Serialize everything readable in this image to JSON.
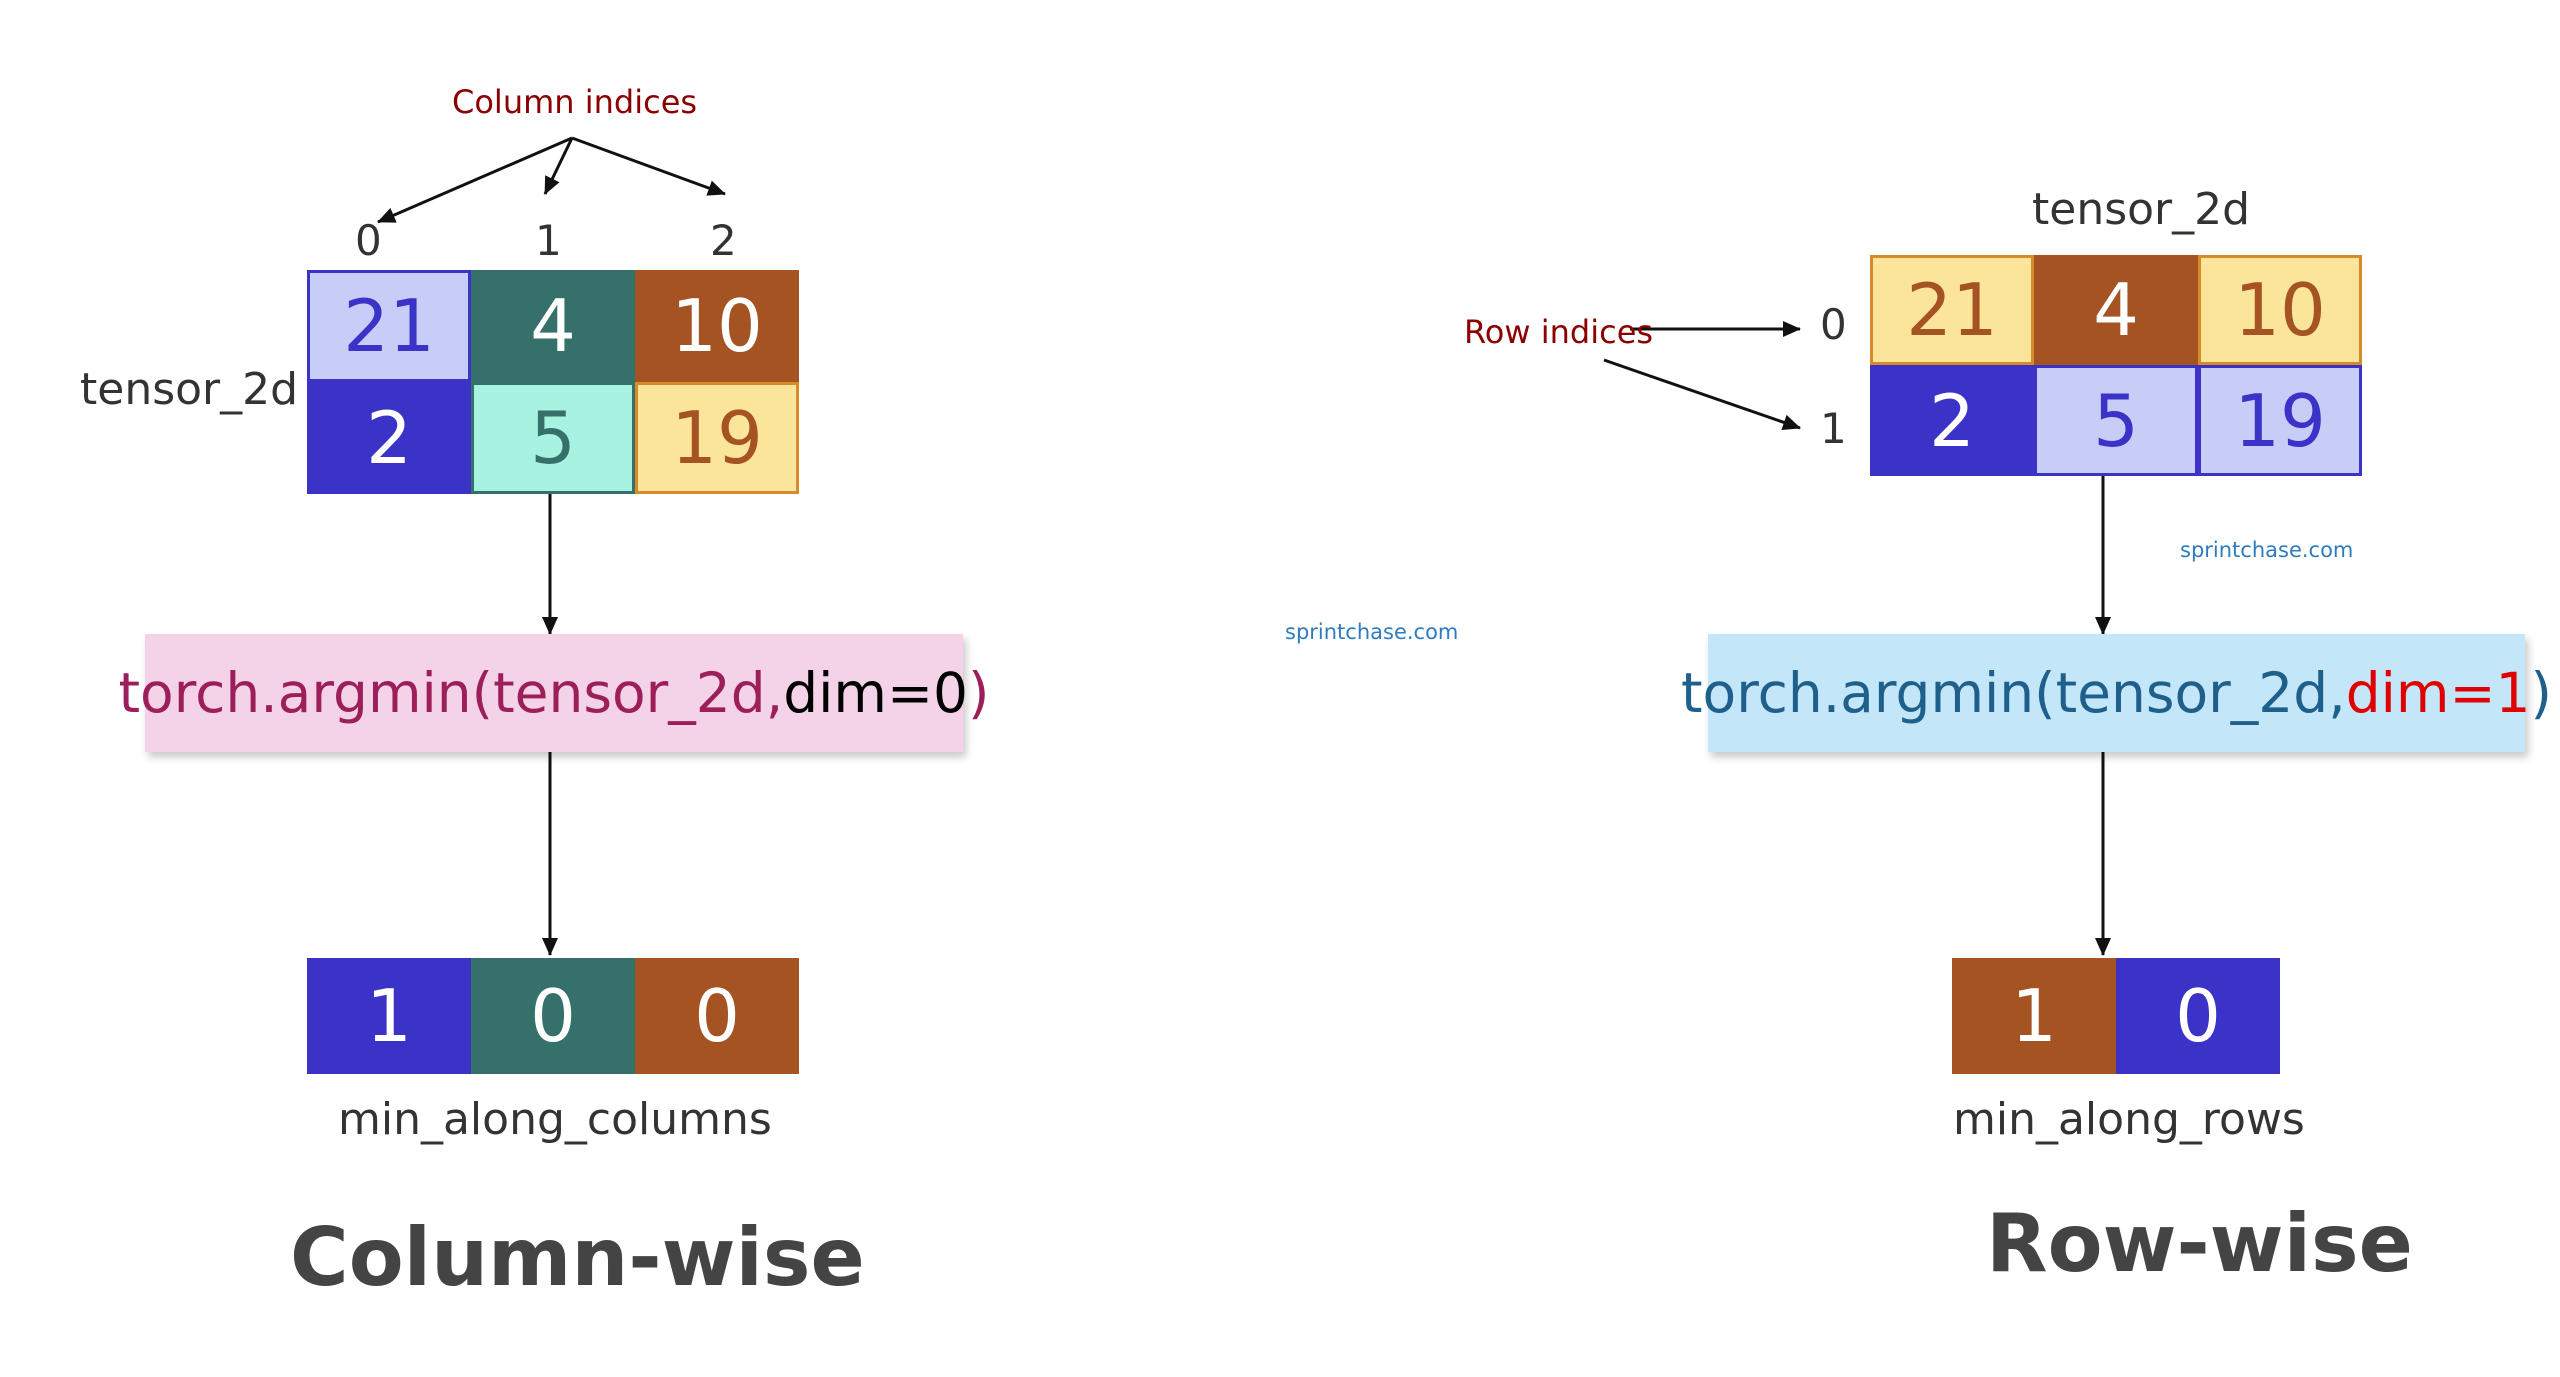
{
  "column_wise": {
    "annotation": "Column indices",
    "column_indices": [
      "0",
      "1",
      "2"
    ],
    "tensor_label": "tensor_2d",
    "tensor": [
      [
        {
          "v": "21",
          "bg": "#c8cdf8",
          "fg": "#3b33c7",
          "border": "#3b33c7"
        },
        {
          "v": "4",
          "bg": "#35706a",
          "fg": "#ffffff",
          "border": "#35706a"
        },
        {
          "v": "10",
          "bg": "#a55322",
          "fg": "#ffffff",
          "border": "#a55322"
        }
      ],
      [
        {
          "v": "2",
          "bg": "#3b33c7",
          "fg": "#ffffff",
          "border": "#3b33c7"
        },
        {
          "v": "5",
          "bg": "#a8f2e2",
          "fg": "#35706a",
          "border": "#35706a"
        },
        {
          "v": "19",
          "bg": "#fbe59a",
          "fg": "#a55322",
          "border": "#d68a2a"
        }
      ]
    ],
    "fn_prefix": "torch.argmin(tensor_2d, ",
    "fn_arg": "dim=0",
    "fn_suffix": ")",
    "result": [
      {
        "v": "1",
        "bg": "#3b33c7",
        "fg": "#ffffff",
        "border": "#3b33c7"
      },
      {
        "v": "0",
        "bg": "#35706a",
        "fg": "#ffffff",
        "border": "#35706a"
      },
      {
        "v": "0",
        "bg": "#a55322",
        "fg": "#ffffff",
        "border": "#a55322"
      }
    ],
    "result_label": "min_along_columns",
    "heading": "Column-wise"
  },
  "row_wise": {
    "annotation": "Row indices",
    "row_indices": [
      "0",
      "1"
    ],
    "tensor_label": "tensor_2d",
    "tensor": [
      [
        {
          "v": "21",
          "bg": "#fbe59a",
          "fg": "#a55322",
          "border": "#d68a2a"
        },
        {
          "v": "4",
          "bg": "#a55322",
          "fg": "#ffffff",
          "border": "#a55322"
        },
        {
          "v": "10",
          "bg": "#fbe59a",
          "fg": "#a55322",
          "border": "#d68a2a"
        }
      ],
      [
        {
          "v": "2",
          "bg": "#3b33c7",
          "fg": "#ffffff",
          "border": "#3b33c7"
        },
        {
          "v": "5",
          "bg": "#c8cdf8",
          "fg": "#3b33c7",
          "border": "#3b33c7"
        },
        {
          "v": "19",
          "bg": "#c8cdf8",
          "fg": "#3b33c7",
          "border": "#3b33c7"
        }
      ]
    ],
    "fn_prefix": "torch.argmin(tensor_2d, ",
    "fn_arg": "dim=1",
    "fn_suffix": ")",
    "result": [
      {
        "v": "1",
        "bg": "#a55322",
        "fg": "#ffffff",
        "border": "#a55322"
      },
      {
        "v": "0",
        "bg": "#3b33c7",
        "fg": "#ffffff",
        "border": "#3b33c7"
      }
    ],
    "result_label": "min_along_rows",
    "heading": "Row-wise"
  },
  "watermarks": [
    "sprintchase.com",
    "sprintchase.com"
  ],
  "colors": {
    "fn_left_bg": "#f4d2e8",
    "fn_left_text": "#9c1f5a",
    "fn_left_arg": "#000000",
    "fn_right_bg": "#c3e6f8",
    "fn_right_text": "#1f5f8b",
    "fn_right_arg": "#e00000"
  }
}
